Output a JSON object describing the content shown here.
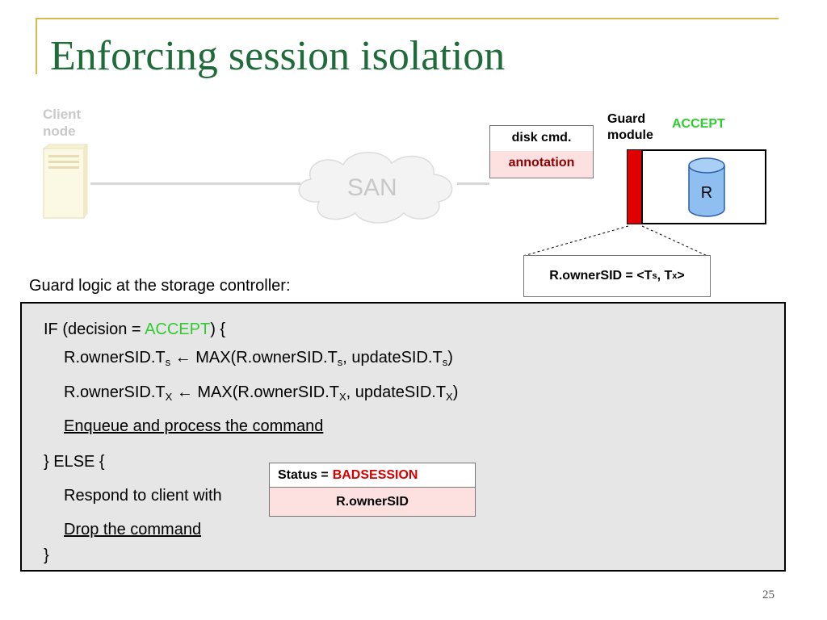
{
  "slide": {
    "title": "Enforcing session isolation",
    "page_number": "25"
  },
  "diagram": {
    "client_label_line1": "Client",
    "client_label_line2": "node",
    "san_label": "SAN",
    "disk_cmd_label": "disk cmd.",
    "annotation_label": "annotation",
    "guard_label_line1": "Guard",
    "guard_label_line2": "module",
    "accept_label": "ACCEPT",
    "resource_label": "R",
    "owner_sid_prefix": "R.ownerSID = <T",
    "owner_sid_sub1": "s",
    "owner_sid_mid": ", T",
    "owner_sid_sub2": "x",
    "owner_sid_suffix": ">"
  },
  "logic": {
    "heading": "Guard logic at the storage controller:",
    "if_prefix": "IF (decision = ",
    "if_accept": "ACCEPT",
    "if_suffix": ") {",
    "line_s_a": "R.ownerSID.T",
    "line_s_sub_a": "s",
    "line_s_b": " ← MAX(R.ownerSID.T",
    "line_s_sub_b": "s",
    "line_s_c": ", updateSID.T",
    "line_s_sub_c": "s",
    "line_s_d": ")",
    "line_x_a": "R.ownerSID.T",
    "line_x_sub_a": "X",
    "line_x_b": " ← MAX(R.ownerSID.T",
    "line_x_sub_b": "X",
    "line_x_c": ", updateSID.T",
    "line_x_sub_c": "X",
    "line_x_d": ")",
    "enqueue": "Enqueue and process the command",
    "else_line": "}  ELSE  {",
    "respond": "Respond to client with",
    "status_prefix": "Status = ",
    "status_value": "BADSESSION",
    "owner_sid": "R.ownerSID",
    "drop": "Drop the command",
    "close_brace": "}"
  },
  "colors": {
    "title": "#1f6b3a",
    "accept": "#2ecc2e",
    "badsession": "#d40000",
    "guard_bar": "#e00000",
    "cylinder": "#8fbff0"
  }
}
